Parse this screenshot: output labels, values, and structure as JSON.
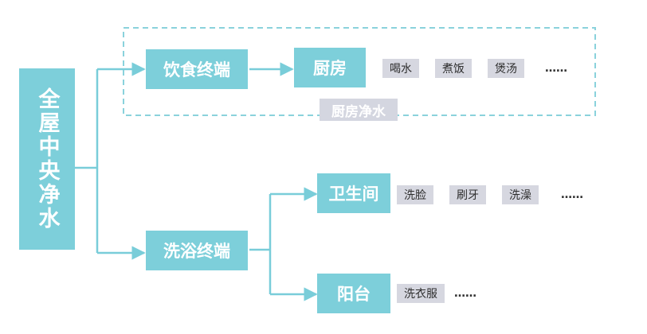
{
  "root": {
    "label": "全屋中央净水"
  },
  "kitchen_zone": {
    "label": "厨房净水"
  },
  "branches": {
    "diet": {
      "label": "饮食终端",
      "rooms": {
        "kitchen": {
          "label": "厨房",
          "uses": [
            "喝水",
            "煮饭",
            "煲汤"
          ],
          "more": "……"
        }
      }
    },
    "bath": {
      "label": "洗浴终端",
      "rooms": {
        "bathroom": {
          "label": "卫生间",
          "uses": [
            "洗脸",
            "刷牙",
            "洗澡"
          ],
          "more": "……"
        },
        "balcony": {
          "label": "阳台",
          "uses": [
            "洗衣服"
          ],
          "more": "……"
        }
      }
    }
  },
  "colors": {
    "node": "#7dcfda",
    "tag": "#d6d7e0",
    "connector": "#79cdd9",
    "zone_border": "#8ad2dc"
  }
}
